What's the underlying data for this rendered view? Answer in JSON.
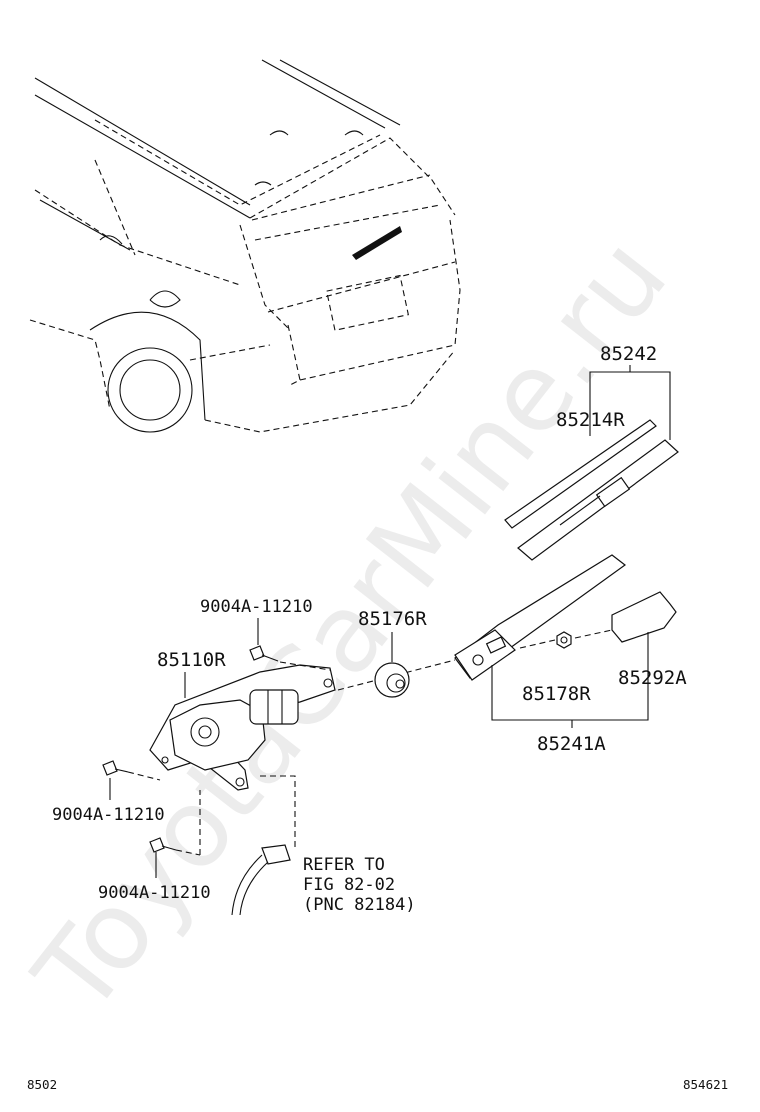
{
  "watermark": "ToyotaCarMine.ru",
  "labels": {
    "p85242": "85242",
    "p85214R": "85214R",
    "p85176R": "85176R",
    "p85110R": "85110R",
    "bolt_top": "9004A-11210",
    "bolt_mid": "9004A-11210",
    "bolt_bottom": "9004A-11210",
    "p85178R": "85178R",
    "p85292A": "85292A",
    "p85241A": "85241A",
    "refer_line1": "REFER TO",
    "refer_line2": "FIG 82-02",
    "refer_line3": "(PNC 82184)"
  },
  "footer": {
    "left": "8502",
    "right": "854621"
  }
}
